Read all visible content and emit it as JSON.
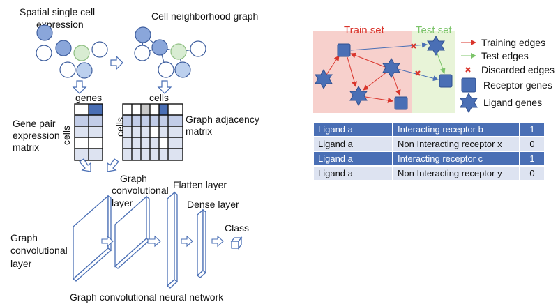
{
  "left_panel": {
    "spatial_title": [
      "Spatial single cell",
      "expression"
    ],
    "graph_title": "Cell neighborhood graph",
    "genes_label": "genes",
    "cells_label": "cells",
    "cells_label_top": "cells",
    "cells_label_side": "cells",
    "gene_pair_label": [
      "Gene pair",
      "expression",
      "matrix"
    ],
    "adjacency_label": [
      "Graph adjacency",
      "matrix"
    ],
    "gcn_layer_top": [
      "Graph",
      "convolutional",
      "layer"
    ],
    "gcn_layer_left": [
      "Graph",
      "convolutional",
      "layer"
    ],
    "flatten_label": "Flatten layer",
    "dense_label": "Dense layer",
    "class_label": "Class",
    "footer": "Graph convolutional neural network"
  },
  "right_panel": {
    "train_set": "Train set",
    "test_set": "Test set",
    "legend": {
      "training_edges": "Training edges",
      "test_edges": "Test edges",
      "discarded_edges": "Discarded edges",
      "receptor_genes": "Receptor genes",
      "ligand_genes": "Ligand genes"
    }
  },
  "table": {
    "rows": [
      {
        "ligand": "Ligand a",
        "receptor": "Interacting receptor b",
        "value": "1",
        "style": "dark"
      },
      {
        "ligand": "Ligand a",
        "receptor": "Non Interacting receptor x",
        "value": "0",
        "style": "light"
      },
      {
        "ligand": "Ligand a",
        "receptor": "Interacting receptor c",
        "value": "1",
        "style": "dark"
      },
      {
        "ligand": "Ligand a",
        "receptor": "Non Interacting receptor y",
        "value": "0",
        "style": "light"
      }
    ]
  },
  "colors": {
    "cell_blue": "#8aa6da",
    "cell_light_blue": "#bcd0ee",
    "cell_green": "#d8ecd2",
    "gene_blue": "#4a6fb5",
    "train_red": "#d9342b",
    "test_green": "#7cc46a",
    "train_bg": "#f7d0cc",
    "test_bg": "#e8f4d8"
  }
}
